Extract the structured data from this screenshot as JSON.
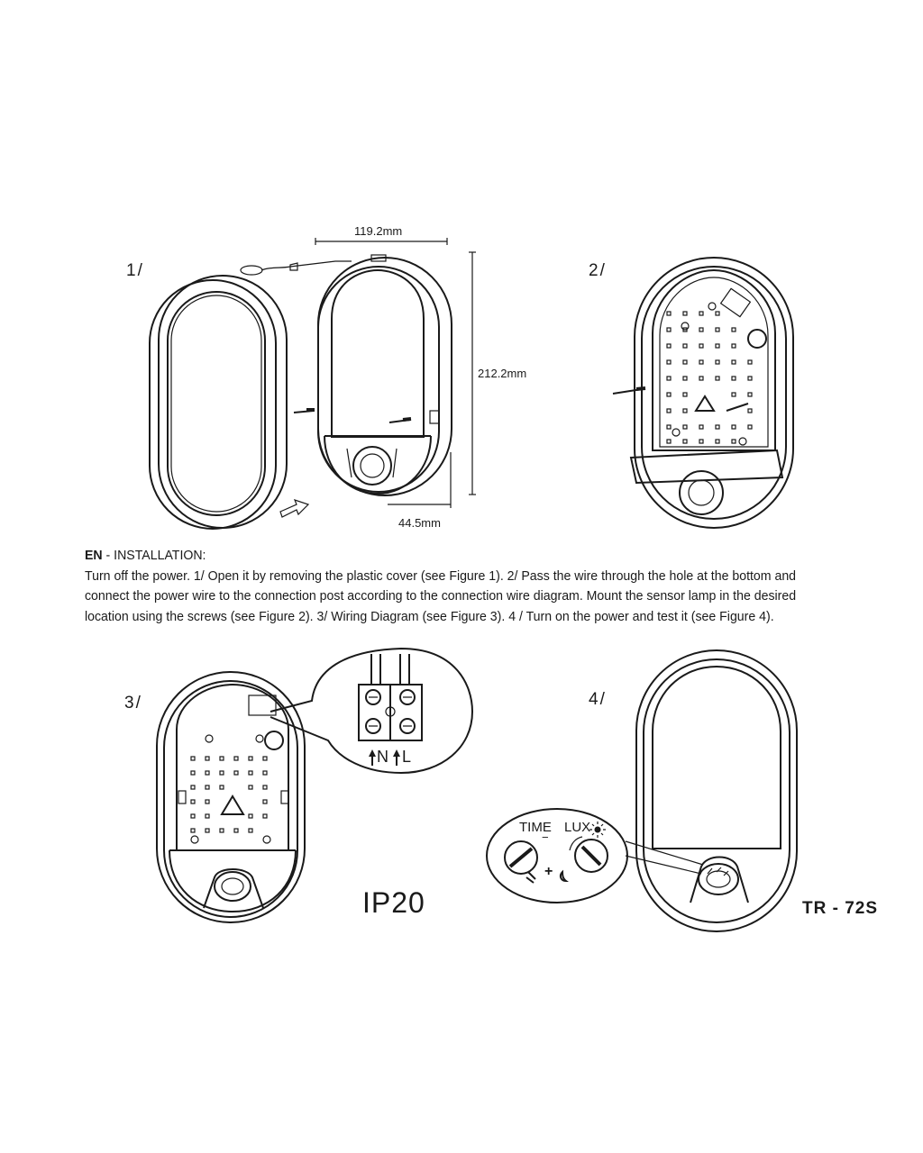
{
  "figures": {
    "fig1_label": "1/",
    "fig2_label": "2/",
    "fig3_label": "3/",
    "fig4_label": "4/"
  },
  "dimensions": {
    "width": "119.2mm",
    "height": "212.2mm",
    "depth": "44.5mm"
  },
  "instructions": {
    "lang": "EN",
    "heading": " - INSTALLATION:",
    "body": "Turn off the power. 1/ Open it by removing the plastic cover (see Figure 1). 2/ Pass the wire through the hole at the bottom and connect the power wire to the connection post according to the connection wire diagram. Mount the sensor lamp in the desired location using the screws (see Figure 2).  3/ Wiring Diagram (see Figure 3).  4 / Turn on the power and test it (see Figure 4)."
  },
  "terminal": {
    "neutral": "N",
    "live": "L"
  },
  "dials": {
    "time": "TIME",
    "lux": "LUX",
    "minus": "−",
    "plus": "+"
  },
  "rating": "IP20",
  "model": "TR - 72S"
}
